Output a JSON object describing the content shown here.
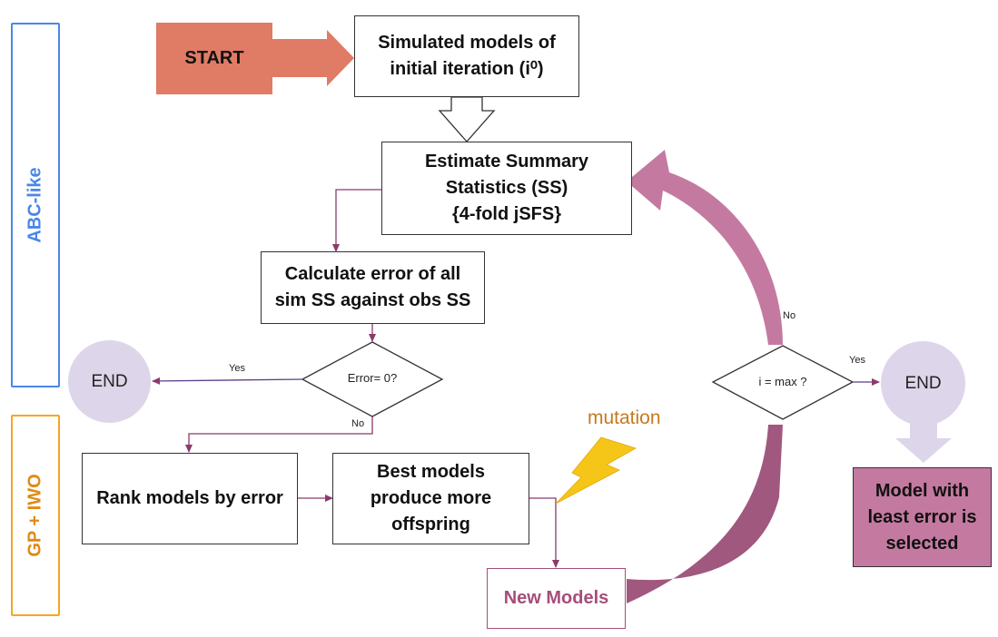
{
  "colors": {
    "start_fill": "#e07b66",
    "arrow_purple": "#b56a96",
    "connector": "#8b3a6b",
    "end_fill": "#ddd5ea",
    "result_fill": "#c47aa0",
    "abc_border": "#4a86e8",
    "gp_border": "#f6a623",
    "mutation_text": "#c8781f",
    "lightning": "#f5c518",
    "new_models_text": "#a64d79"
  },
  "phases": {
    "abc": "ABC-like",
    "gp": "GP + IWO"
  },
  "nodes": {
    "start": "START",
    "simulated": "Simulated models of\ninitial iteration (i⁰)",
    "estimate": "Estimate Summary\nStatistics (SS)\n{4-fold jSFS}",
    "calculate": "Calculate error of all\nsim SS against obs SS",
    "error_check": "Error= 0?",
    "end_left": "END",
    "rank": "Rank models by error",
    "best": "Best models\nproduce more\noffspring",
    "mutation": "mutation",
    "new_models": "New Models",
    "max_check": "i = max ?",
    "end_right": "END",
    "result": "Model with\nleast error is\nselected"
  },
  "edge_labels": {
    "yes_left": "Yes",
    "no_down": "No",
    "no_loop": "No",
    "yes_right": "Yes"
  }
}
